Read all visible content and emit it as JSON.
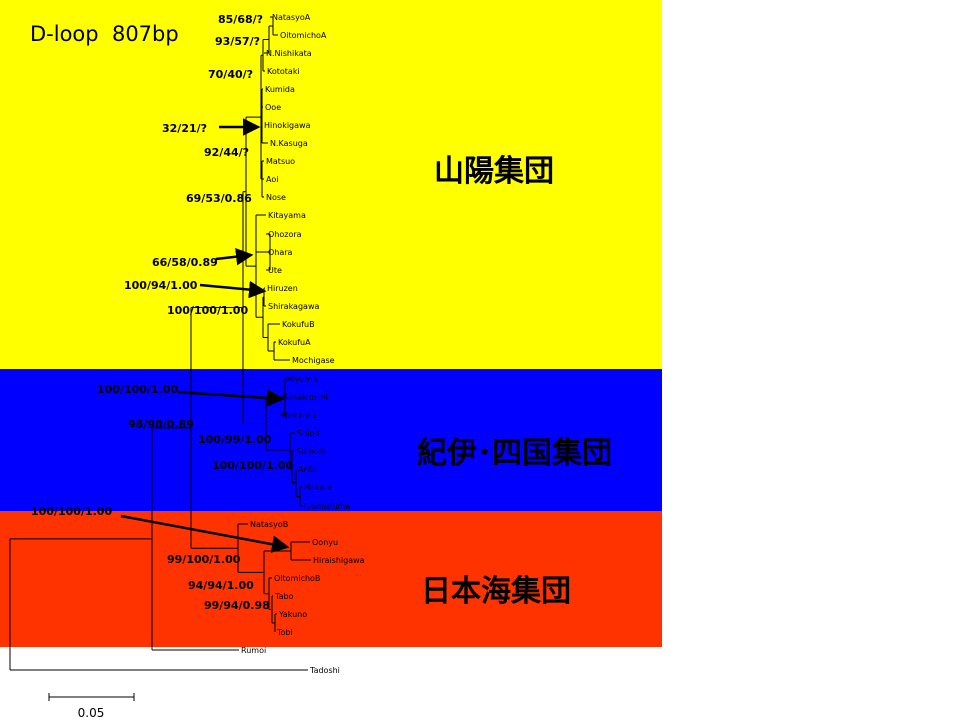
{
  "title": "D-loop  807bp",
  "groups": {
    "sanyo": "山陽集団",
    "kii_shikoku": "紀伊･四国集団",
    "japan_sea": "日本海集団"
  },
  "leaves": [
    "NatasyoA",
    "OitomichoA",
    "N.Nishikata",
    "Kototaki",
    "Kumida",
    "Ooe",
    "Hinokigawa",
    "N.Kasuga",
    "Matsuo",
    "Aoi",
    "Nose",
    "Kitayama",
    "Ohozora",
    "Ohara",
    "Ute",
    "Hiruzen",
    "Shirakagawa",
    "KokufuB",
    "KokufuA",
    "Mochigase",
    "Miyama",
    "Sasakoochi",
    "Nakarau",
    "Shiod",
    "Sumoto",
    "Arita",
    "Hakata",
    "Iyomishima",
    "NatasyoB",
    "Oonyu",
    "Hiraishigawa",
    "OitomichoB",
    "Tabo",
    "Yakuno",
    "Tobi",
    "Rumoi",
    "Tadoshi"
  ],
  "support": [
    "85/68/?",
    "93/57/?",
    "70/40/?",
    "32/21/?",
    "92/44/?",
    "69/53/0.86",
    "66/58/0.89",
    "100/94/1.00",
    "100/100/1.00",
    "100/100/1.00",
    "98/98/0.89",
    "100/99/1.00",
    "100/100/1.00",
    "100/100/1.00",
    "99/100/1.00",
    "94/94/1.00",
    "99/94/0.98"
  ],
  "scale_bar": {
    "label": "0.05",
    "length": 0.05
  },
  "colors": {
    "sanyo": "#ffff00",
    "kii_shikoku": "#0000ff",
    "japan_sea": "#ff3300",
    "line": "#000000"
  }
}
